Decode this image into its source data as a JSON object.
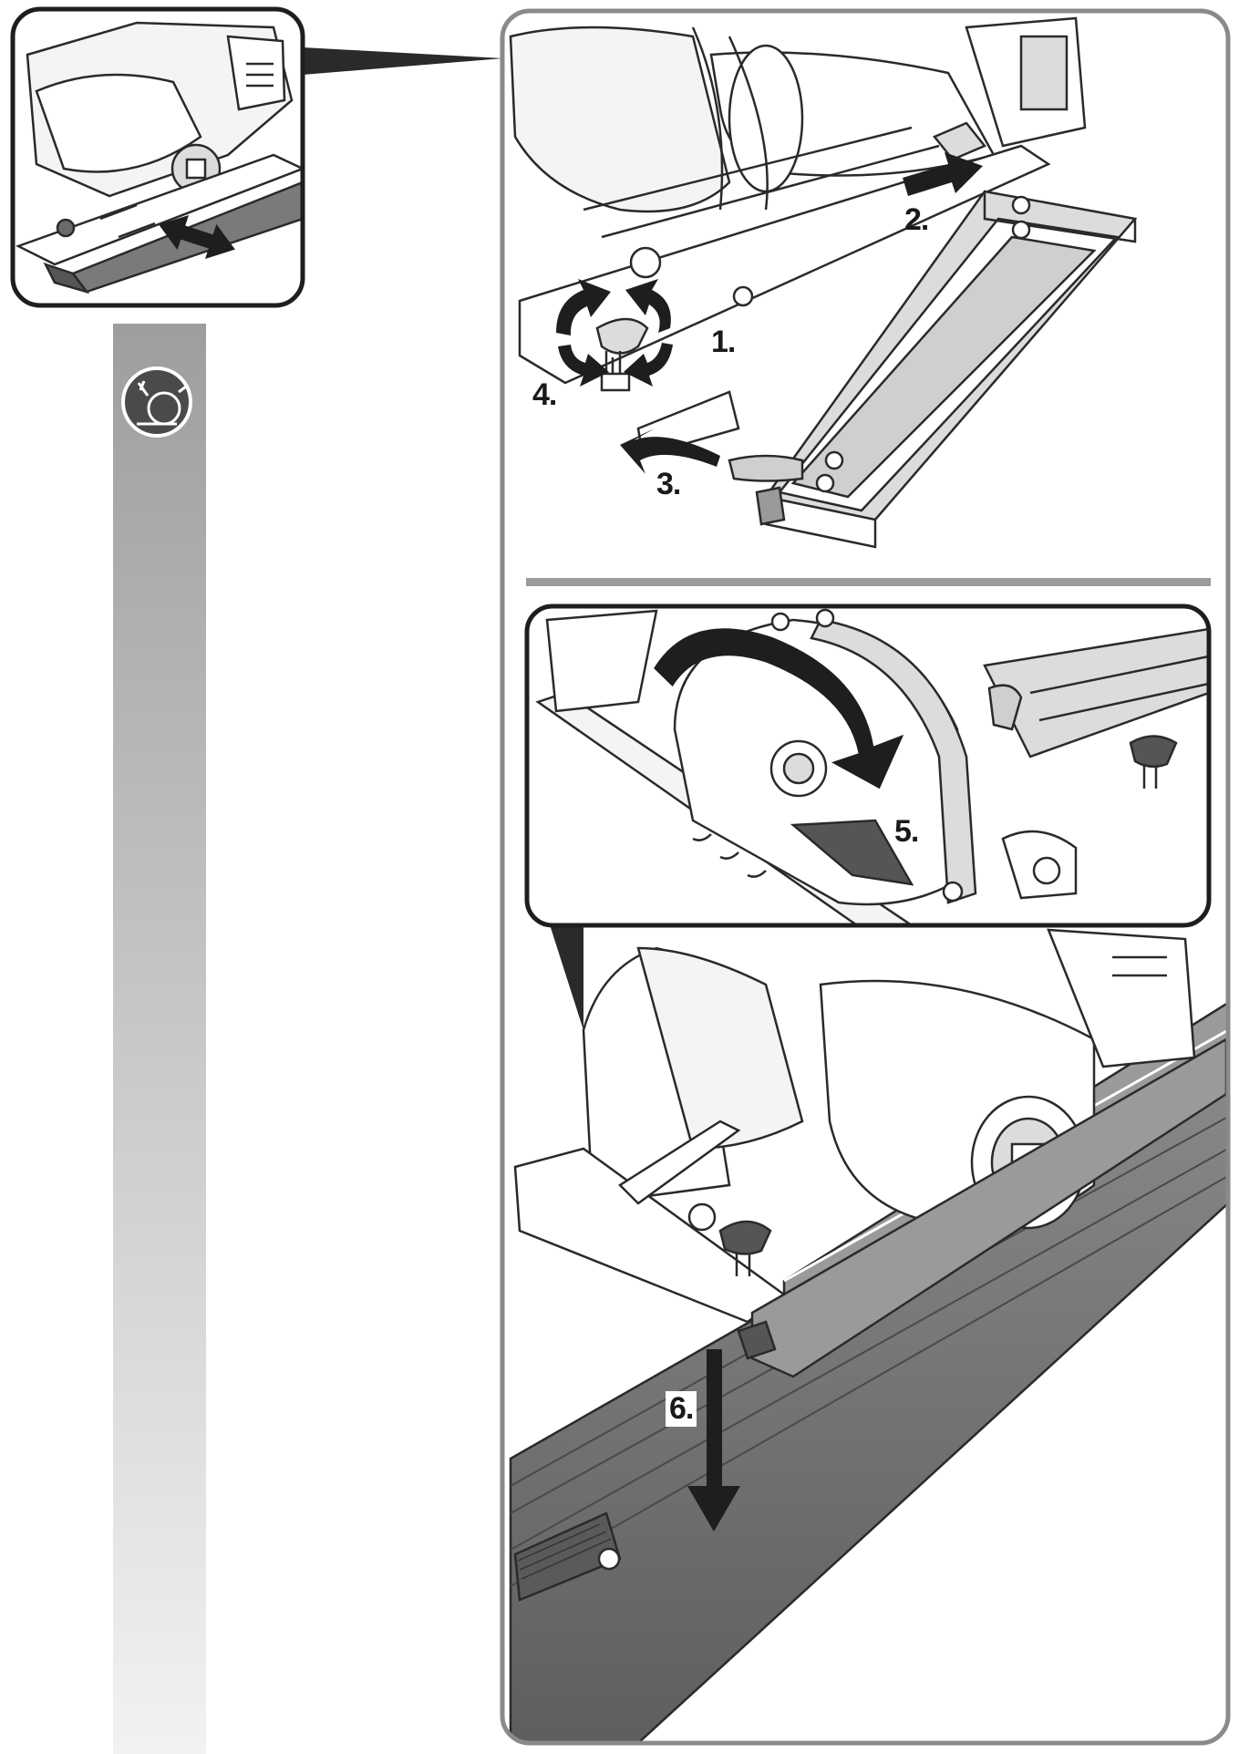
{
  "colors": {
    "frame": "#8a8a8a",
    "frame_dark": "#3a3a3a",
    "line": "#2a2a2a",
    "arrow": "#1e1e1e",
    "rail_dark": "#6e6e6e",
    "rail_mid": "#9a9a9a",
    "sidebar_top": "#9e9e9e",
    "sidebar_bottom": "#f2f2f2",
    "badge_bg": "#4a4a4a",
    "fill_light": "#f4f4f4"
  },
  "icons": {
    "sidebar_badge": "circular-saw-guide-rail-icon"
  },
  "steps": [
    {
      "label": "1."
    },
    {
      "label": "2."
    },
    {
      "label": "3."
    },
    {
      "label": "4."
    },
    {
      "label": "5."
    },
    {
      "label": "6."
    }
  ]
}
